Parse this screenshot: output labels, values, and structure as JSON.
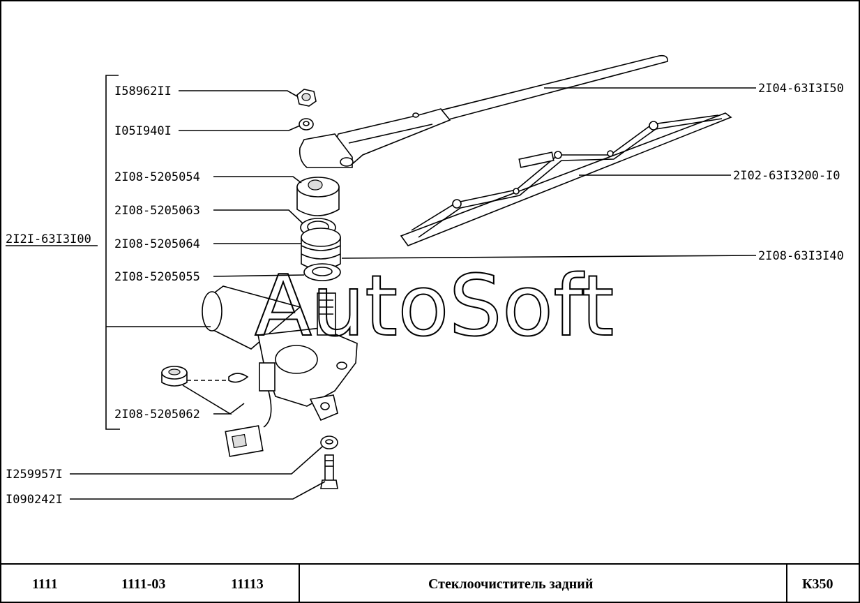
{
  "assembly_number": "2I2I-63I3I00",
  "left_labels": [
    {
      "text": "I58962II"
    },
    {
      "text": "I05I940I"
    },
    {
      "text": "2I08-5205054"
    },
    {
      "text": "2I08-5205063"
    },
    {
      "text": "2I08-5205064"
    },
    {
      "text": "2I08-5205055"
    },
    {
      "text": "2I08-5205062"
    }
  ],
  "bottom_labels": [
    {
      "text": "I259957I"
    },
    {
      "text": "I090242I"
    }
  ],
  "right_labels": [
    {
      "text": "2I04-63I3I50"
    },
    {
      "text": "2I02-63I3200-I0"
    },
    {
      "text": "2I08-63I3I40"
    }
  ],
  "watermark": "AutoSoft",
  "footer": {
    "models": [
      "1111",
      "1111-03",
      "11113"
    ],
    "title": "Стеклоочиститель задний",
    "code": "К350"
  }
}
